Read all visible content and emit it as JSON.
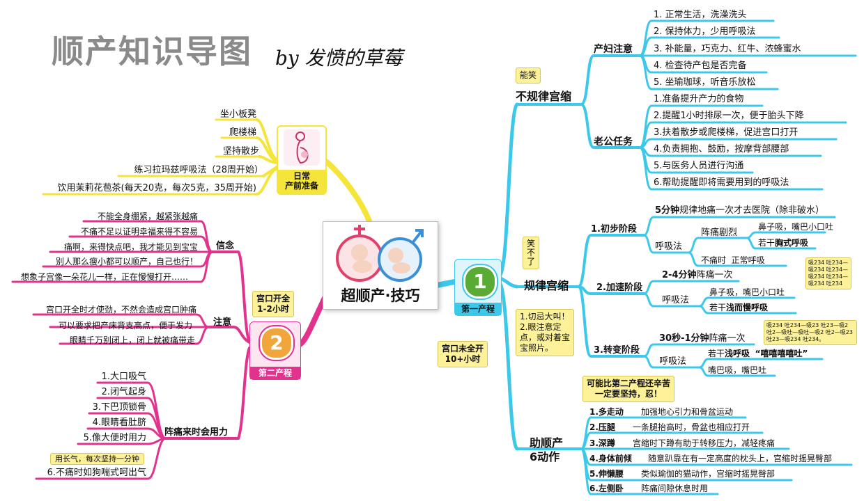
{
  "title": "顺产知识导图",
  "signature": "by 发愤的草莓",
  "center": {
    "label": "超顺产·技巧"
  },
  "daily": {
    "label": "日常\n产前准备",
    "items": [
      "坐小板凳",
      "爬楼梯",
      "坚持散步",
      "练习拉玛兹呼吸法（28周开始）",
      "饮用茉莉花苞茶(每天20克，每次5克，35周开始)"
    ]
  },
  "stage2": {
    "label": "第二产程",
    "number": "2",
    "note": "宫口开全\n1-2小时",
    "belief": {
      "label": "信念",
      "items": [
        "不能全身绷紧，越紧张越痛",
        "不痛不足以证明幸福来得不容易",
        "痛啊，来得快点吧，我才能见到宝宝",
        "别人那么瘦小都可以顺产，自己也行！",
        "想象子宫像一朵花儿一样，正在慢慢打开……"
      ]
    },
    "attention": {
      "label": "注意",
      "items": [
        "宫口开全时才使劲，不然会造成宫口肿痛",
        "可以要求把产床背支高点，便于发力",
        "眼睛千万别闭上，闭上就被痛带走"
      ]
    },
    "force": {
      "label": "阵痛来时会用力",
      "items": [
        "1.大口吸气",
        "2.闭气起身",
        "3.下巴顶锁骨",
        "4.眼睛看肚脐",
        "5.像大便时用力",
        "6.不痛时如狗喘式呵出气"
      ],
      "note": "用长气，每次坚持一分钟"
    }
  },
  "stage1": {
    "label": "第一产程",
    "number": "1",
    "note": "宫口未全开\n10+小时",
    "irregular": {
      "label": "不规律宫缩",
      "tag": "能笑",
      "mother": {
        "label": "产妇注意",
        "items": [
          "1. 正常生活，洗澡洗头",
          "2. 保持体力，少用呼吸法",
          "3. 补能量，巧克力、红牛、浓蜂蜜水",
          "4. 检查待产包是否完备",
          "5. 坐瑜珈球，听音乐放松"
        ]
      },
      "husband": {
        "label": "老公任务",
        "items": [
          "1.准备提升产力的食物",
          "2.提醒1小时排尿一次，便于胎头下降",
          "3.扶着散步或爬楼梯，促进宫口打开",
          "4.负责拥抱、鼓励，按摩背部腰部",
          "5.与医务人员进行沟通",
          "6.帮助提醒即将需要用到的呼吸法"
        ]
      }
    },
    "regular": {
      "label": "规律宫缩",
      "tag": "笑\n不\n了",
      "note": "1.切忌大叫！\n2.眼注意定点，或对着宝宝照片。",
      "phase1": {
        "label": "1.初步阶段",
        "interval_bold": "5分钟",
        "interval_rest": "规律地痛一次才去医院（除非破水）",
        "breath": "呼吸法",
        "severe": "阵痛剧烈",
        "s1": "鼻子吸，嘴巴小口吐",
        "s2_pre": "若干",
        "s2_bold": "胸式呼吸",
        "calm": "不痛时",
        "calm2": "正常呼吸",
        "pattern": "吸234 吐234—\n吸234 吐234—\n吸234 吐234—\n吸234 吐234"
      },
      "phase2": {
        "label": "2.加速阶段",
        "interval_bold": "2-4分钟",
        "interval_rest": "阵痛一次",
        "breath": "呼吸法",
        "s1": "鼻子吸，嘴巴小口吐",
        "s2_pre": "若干",
        "s2_bold": "浅而慢呼吸",
        "pattern": "吸234 吐234—吸23 吐23—吸2 吐2—吸吐—吸吐—吸2 吐2—吸23 吐23—吸234 吐234。"
      },
      "phase3": {
        "label": "3.转变阶段",
        "interval_bold": "30秒-1分钟",
        "interval_rest": "阵痛一次",
        "breath": "呼吸法",
        "s1_pre": "若干",
        "s1_bold": "浅呼吸",
        "s1_quote": "“嘻嘻嘻嘻吐”",
        "s2": "嘴巴吸，嘴巴吐"
      },
      "warning": "可能比第二产程还辛苦\n一定要坚持，忍！"
    },
    "actions": {
      "label": "助顺产\n6动作",
      "items": [
        {
          "name": "1.多走动",
          "desc": "加强地心引力和骨盆运动"
        },
        {
          "name": "2.压腿",
          "desc": "一条腿抬高时，骨盆也相应打开"
        },
        {
          "name": "3.深蹲",
          "desc": "宫缩时下蹲有助于转移压力，减轻疼痛"
        },
        {
          "name": "4.身体前倾",
          "desc": "随意趴靠在有一定高度的枕头上，宫缩时摇晃臀部"
        },
        {
          "name": "5.伸懒腰",
          "desc": "类似瑜伽的猫动作，宫缩时摇晃臀部"
        },
        {
          "name": "6.左侧卧",
          "desc": "阵痛间隙休息时用"
        }
      ]
    }
  },
  "colors": {
    "cyan": "#3cc8ea",
    "pink": "#e2328e",
    "yellow": "#f5e43a",
    "note": "#fdf29a"
  }
}
